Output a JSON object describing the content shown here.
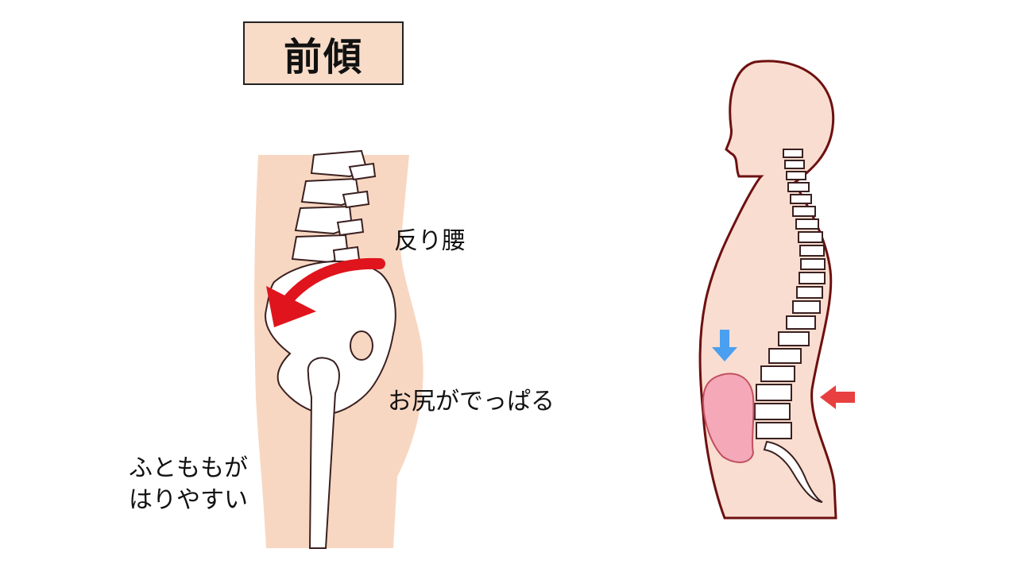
{
  "title": "前傾",
  "labels": {
    "lower_back": "反り腰",
    "buttocks": "お尻がでっぱる",
    "thigh_line1": "ふとももが",
    "thigh_line2": "はりやすい"
  },
  "colors": {
    "skin": "#f8d7c2",
    "outline": "#6e1010",
    "bone": "#ffffff",
    "bone_line": "#3a2020",
    "tilt_arrow": "#e0141c",
    "down_arrow": "#4a9ff0",
    "push_arrow": "#e84040",
    "organ": "#f4a8b8",
    "title_bg": "#f8dcc8"
  }
}
